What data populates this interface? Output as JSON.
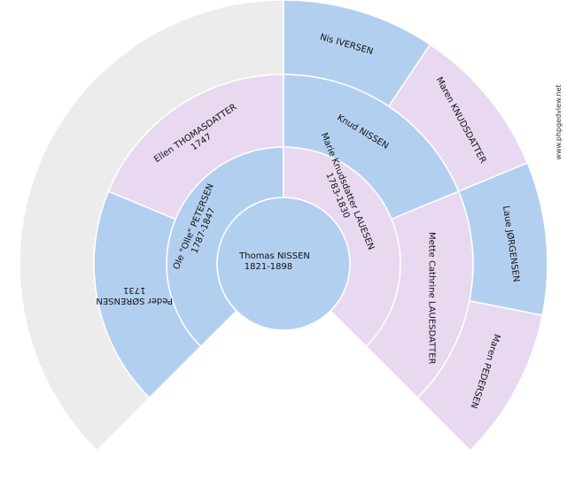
{
  "watermark": "www.phpgedview.net",
  "colors": {
    "male": "#b3cff0",
    "female": "#e8d9f0",
    "empty": "#ececec",
    "divider": "#ffffff"
  },
  "people": {
    "root": {
      "name": "Thomas NISSEN",
      "dates": "1821-1898",
      "sex": "male"
    },
    "father": {
      "name": "Ole \"Olle\" PETERSEN",
      "dates": "1787-1847",
      "sex": "male"
    },
    "mother": {
      "name": "Marie Knudsdatter LAUESEN",
      "dates": "1783-1830",
      "sex": "female"
    },
    "pat_grandfather": {
      "name": "Peder SØRENSEN",
      "dates": "1731",
      "sex": "male"
    },
    "pat_grandmother": {
      "name": "Ellen THOMASDATTER",
      "dates": "1747",
      "sex": "female"
    },
    "mat_grandfather": {
      "name": "Knud NISSEN",
      "dates": "",
      "sex": "male"
    },
    "mat_grandmother": {
      "name": "Mette Cathrine LAUESDATTER",
      "dates": "",
      "sex": "female"
    },
    "ggf_knud_father": {
      "name": "Nis IVERSEN",
      "dates": "",
      "sex": "male"
    },
    "ggm_knud_mother": {
      "name": "Maren KNUDSDATTER",
      "dates": "",
      "sex": "female"
    },
    "ggf_mette_father": {
      "name": "Laue JØRGENSEN",
      "dates": "",
      "sex": "male"
    },
    "ggm_mette_mother": {
      "name": "Maren PEDERSEN",
      "dates": "",
      "sex": "female"
    }
  }
}
